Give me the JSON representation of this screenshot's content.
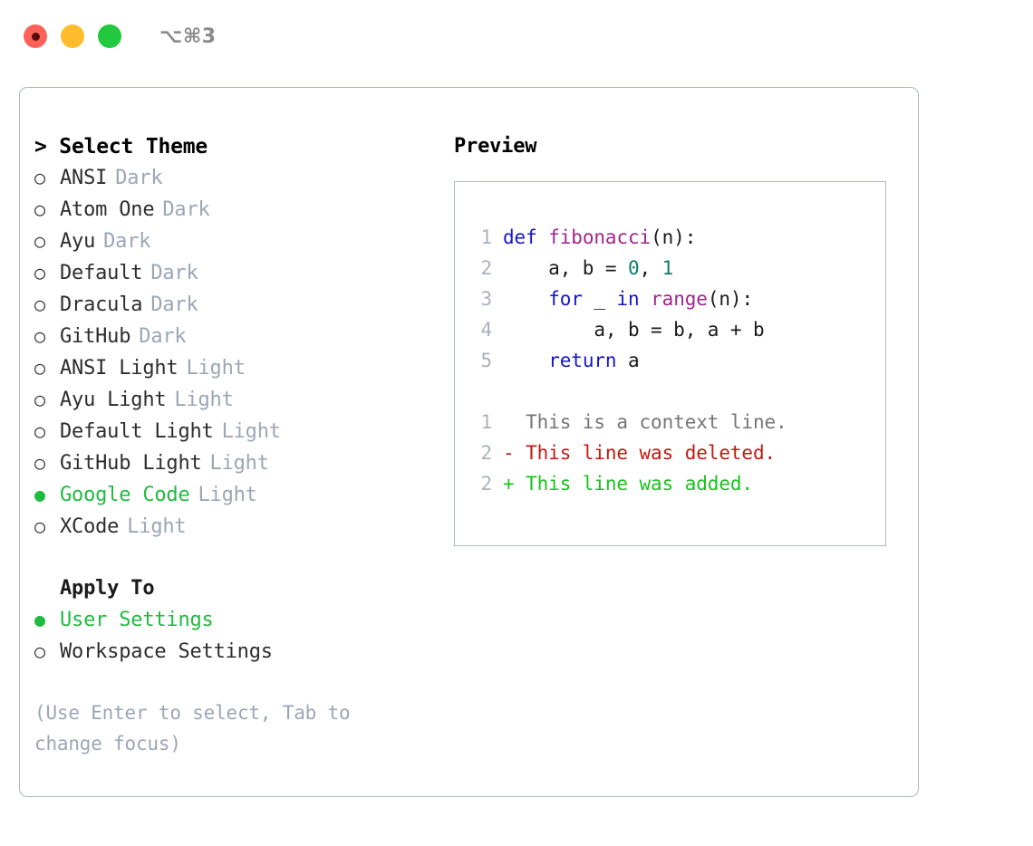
{
  "titlebar": {
    "shortcut": "⌥⌘3",
    "buttons": [
      {
        "name": "close",
        "color": "#ff6159"
      },
      {
        "name": "minimize",
        "color": "#ffbd2e"
      },
      {
        "name": "maximize",
        "color": "#22c93e"
      }
    ]
  },
  "theme_picker": {
    "prompt": "> Select Theme",
    "marker_selected": "●",
    "marker_unselected": "○",
    "options": [
      {
        "label": "ANSI",
        "tag": "Dark",
        "selected": false
      },
      {
        "label": "Atom One",
        "tag": "Dark",
        "selected": false
      },
      {
        "label": "Ayu",
        "tag": "Dark",
        "selected": false
      },
      {
        "label": "Default",
        "tag": "Dark",
        "selected": false
      },
      {
        "label": "Dracula",
        "tag": "Dark",
        "selected": false
      },
      {
        "label": "GitHub",
        "tag": "Dark",
        "selected": false
      },
      {
        "label": "ANSI Light",
        "tag": "Light",
        "selected": false
      },
      {
        "label": "Ayu Light",
        "tag": "Light",
        "selected": false
      },
      {
        "label": "Default Light",
        "tag": "Light",
        "selected": false
      },
      {
        "label": "GitHub Light",
        "tag": "Light",
        "selected": false
      },
      {
        "label": "Google Code",
        "tag": "Light",
        "selected": true
      },
      {
        "label": "XCode",
        "tag": "Light",
        "selected": false
      }
    ]
  },
  "apply_to": {
    "header": "Apply To",
    "options": [
      {
        "label": "User Settings",
        "selected": true
      },
      {
        "label": "Workspace Settings",
        "selected": false
      }
    ]
  },
  "hint": "(Use Enter to select, Tab to change focus)",
  "preview": {
    "title": "Preview",
    "code_lines": [
      {
        "no": "1",
        "tokens": [
          {
            "t": "def ",
            "c": "kw"
          },
          {
            "t": "fibonacci",
            "c": "fn"
          },
          {
            "t": "(n):",
            "c": "plain"
          }
        ]
      },
      {
        "no": "2",
        "tokens": [
          {
            "t": "    a, b = ",
            "c": "plain"
          },
          {
            "t": "0",
            "c": "num"
          },
          {
            "t": ", ",
            "c": "plain"
          },
          {
            "t": "1",
            "c": "num"
          }
        ]
      },
      {
        "no": "3",
        "tokens": [
          {
            "t": "    ",
            "c": "plain"
          },
          {
            "t": "for",
            "c": "kw"
          },
          {
            "t": " _ ",
            "c": "plain"
          },
          {
            "t": "in",
            "c": "kw"
          },
          {
            "t": " ",
            "c": "plain"
          },
          {
            "t": "range",
            "c": "fn"
          },
          {
            "t": "(n):",
            "c": "plain"
          }
        ]
      },
      {
        "no": "4",
        "tokens": [
          {
            "t": "        a, b = b, a + b",
            "c": "plain"
          }
        ]
      },
      {
        "no": "5",
        "tokens": [
          {
            "t": "    ",
            "c": "plain"
          },
          {
            "t": "return",
            "c": "kw"
          },
          {
            "t": " a",
            "c": "plain"
          }
        ]
      }
    ],
    "diff_lines": [
      {
        "no": "1",
        "text": "  This is a context line.",
        "kind": "ctx"
      },
      {
        "no": "2",
        "text": "- This line was deleted.",
        "kind": "del"
      },
      {
        "no": "2",
        "text": "+ This line was added.",
        "kind": "add"
      }
    ]
  },
  "colors": {
    "accent_green": "#1fbb41",
    "border": "#adb6c4",
    "muted": "#9ba6b6",
    "keyword": "#1616c8",
    "function": "#a1258e",
    "number": "#0e7c6b",
    "diff_deleted": "#c21a13",
    "diff_added": "#18c21d",
    "diff_context": "#767676"
  }
}
